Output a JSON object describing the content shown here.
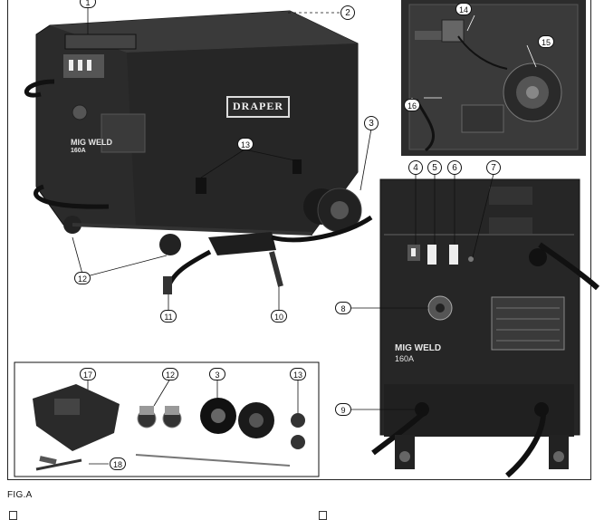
{
  "figure": {
    "label": "FIG.A"
  },
  "brand": "DRAPER",
  "model_line_1": "MIG WELD",
  "model_line_2": "160A",
  "callouts": [
    "1",
    "2",
    "3",
    "4",
    "5",
    "6",
    "7",
    "8",
    "9",
    "10",
    "11",
    "12",
    "13",
    "14",
    "15",
    "16",
    "17",
    "18"
  ],
  "colors": {
    "body": "#2a2a2a",
    "panel": "#1c1c1c",
    "accent": "#ffffff",
    "line": "#111111"
  }
}
